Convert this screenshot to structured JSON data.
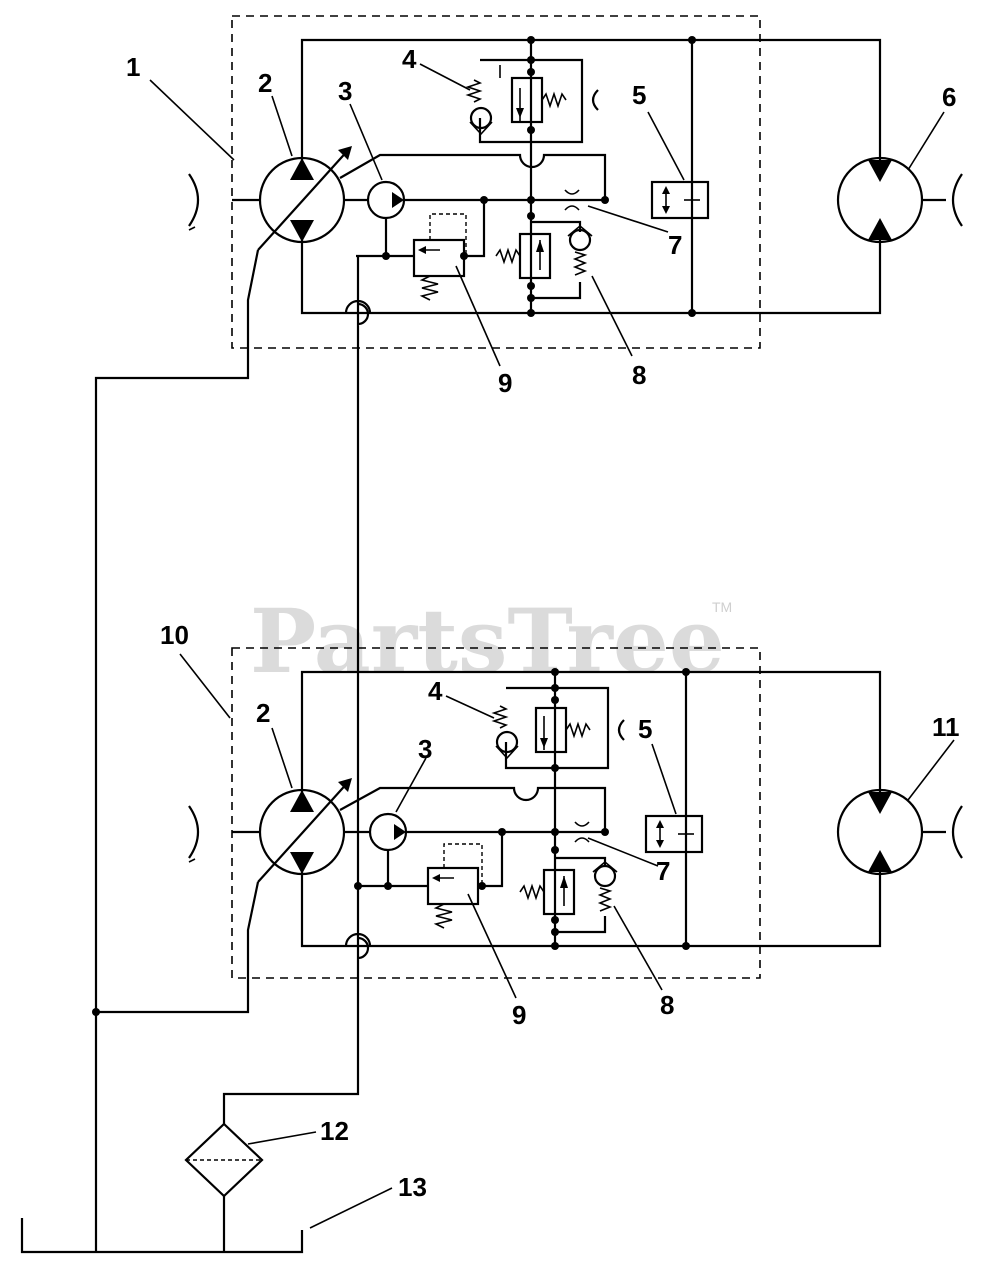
{
  "callouts": {
    "c1": "1",
    "c2a": "2",
    "c3a": "3",
    "c4a": "4",
    "c5a": "5",
    "c6": "6",
    "c7a": "7",
    "c8a": "8",
    "c9a": "9",
    "c10": "10",
    "c2b": "2",
    "c3b": "3",
    "c4b": "4",
    "c5b": "5",
    "c11": "11",
    "c7b": "7",
    "c8b": "8",
    "c9b": "9",
    "c12": "12",
    "c13": "13"
  },
  "watermark": {
    "text": "PartsTree",
    "tm": "TM"
  }
}
